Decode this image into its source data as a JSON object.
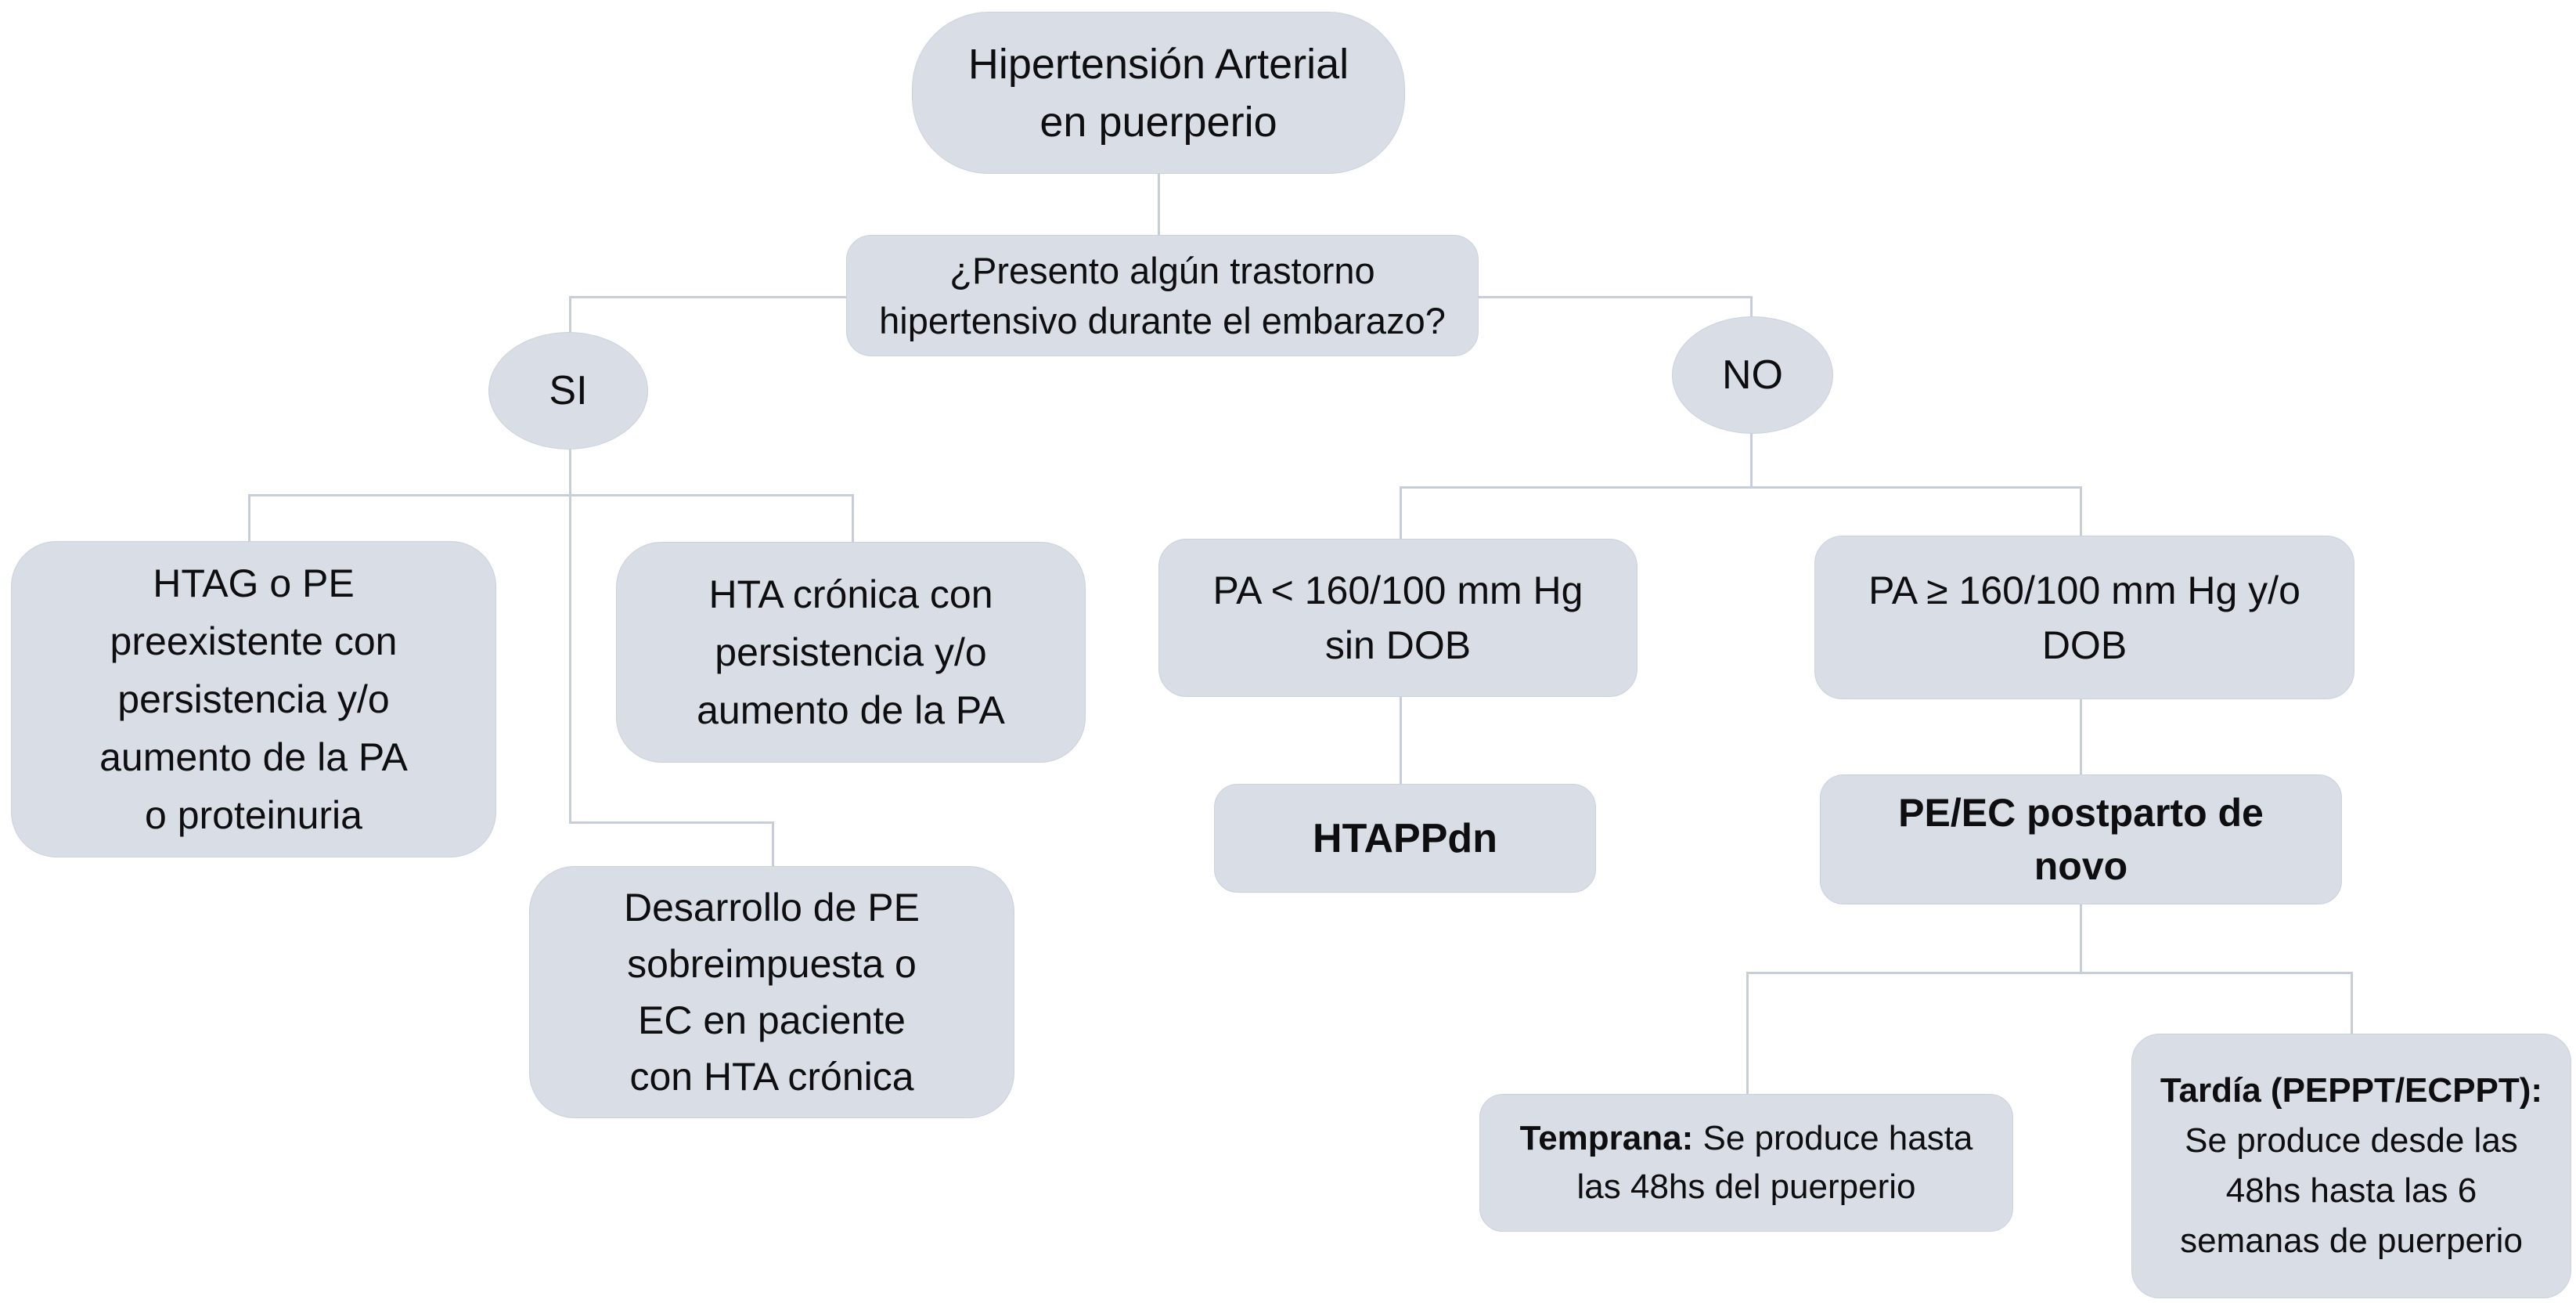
{
  "colors": {
    "background": "#ffffff",
    "node_fill": "#d8dde6",
    "node_border": "#cbd2dd",
    "connector": "#c7ced9",
    "text": "#0e0e10"
  },
  "nodes": {
    "root": {
      "text": "Hipertensión Arterial\nen puerperio"
    },
    "question": {
      "text": "¿Presento algún trastorno\nhipertensivo durante el embarazo?"
    },
    "yes": {
      "text": "SI"
    },
    "no": {
      "text": "NO"
    },
    "htag": {
      "text": "HTAG o PE\npreexistente con\npersistencia y/o\naumento de la PA\no proteinuria"
    },
    "hta_cronica": {
      "text": "HTA crónica con\npersistencia y/o\naumento de la PA"
    },
    "desarrollo": {
      "text": "Desarrollo de PE\nsobreimpuesta o\nEC en paciente\ncon HTA crónica"
    },
    "pa_menor": {
      "text": "PA < 160/100 mm Hg\nsin DOB"
    },
    "htappdn": {
      "text": "HTAPPdn"
    },
    "pa_mayor": {
      "text": "PA ≥ 160/100 mm Hg y/o\nDOB"
    },
    "pe_ec": {
      "text": "PE/EC postparto de\nnovo"
    },
    "temprana": {
      "bold": "Temprana:",
      "text": " Se produce hasta\nlas 48hs del puerperio"
    },
    "tardia": {
      "bold": "Tardía (PEPPT/ECPPT):",
      "text": "\nSe produce desde las\n48hs hasta las 6\nsemanas de puerperio"
    }
  }
}
